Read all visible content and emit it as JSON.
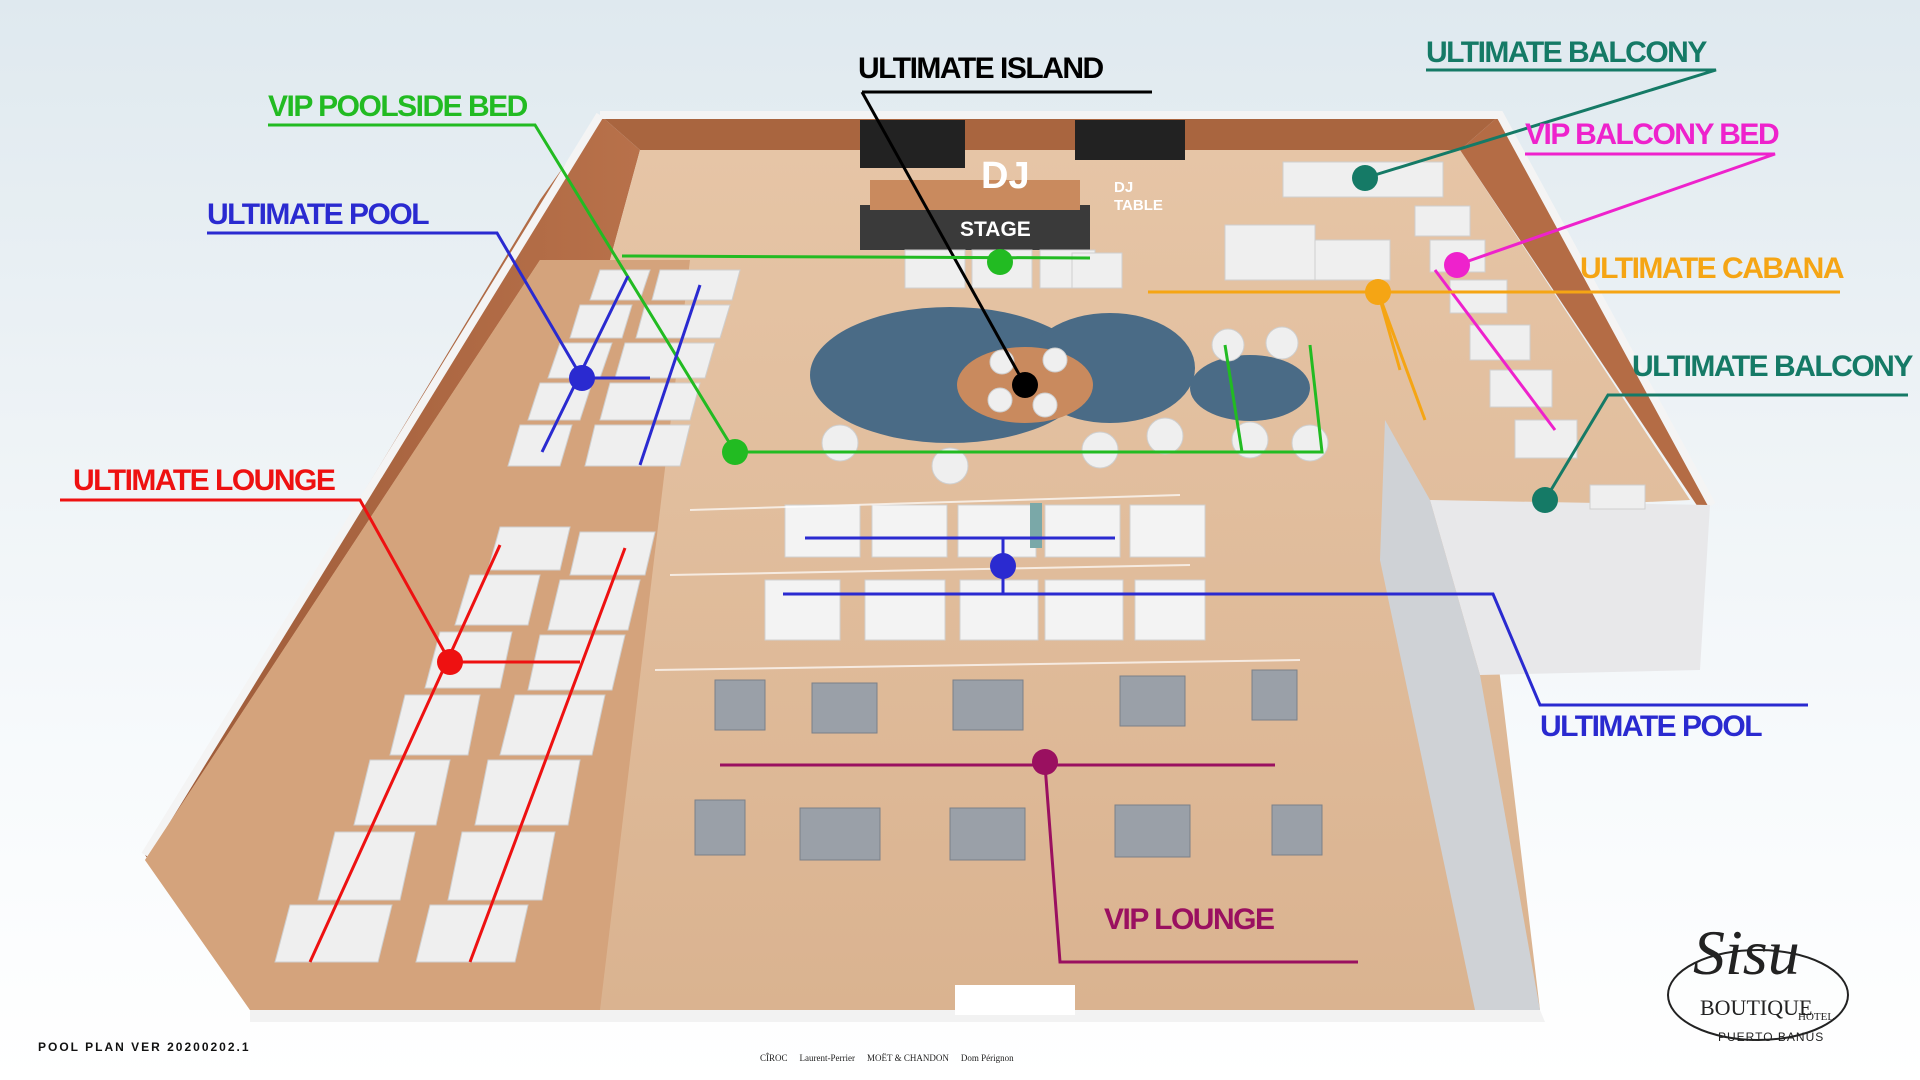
{
  "stage_labels": {
    "dj": "DJ",
    "stage": "STAGE",
    "dj_table_1": "DJ",
    "dj_table_2": "TABLE"
  },
  "zones": [
    {
      "label": "ULTIMATE ISLAND",
      "color": "#000000"
    },
    {
      "label": "VIP POOLSIDE BED",
      "color": "#22bb22"
    },
    {
      "label": "ULTIMATE POOL",
      "color": "#2a2ad0"
    },
    {
      "label": "ULTIMATE LOUNGE",
      "color": "#ee1111"
    },
    {
      "label": "ULTIMATE BALCONY",
      "color": "#157a66"
    },
    {
      "label": "VIP BALCONY BED",
      "color": "#ee22cc"
    },
    {
      "label": "ULTIMATE CABANA",
      "color": "#f5a514"
    },
    {
      "label": "ULTIMATE BALCONY",
      "color": "#157a66"
    },
    {
      "label": "ULTIMATE POOL",
      "color": "#2a2ad0"
    },
    {
      "label": "VIP LOUNGE",
      "color": "#9a1060"
    }
  ],
  "footer": {
    "version": "POOL PLAN VER 20200202.1"
  },
  "logo": {
    "name": "Sisu",
    "line1": "BOUTIQUE",
    "line2": "HOTEL",
    "line3": "PUERTO BANUS"
  },
  "sponsors": [
    "CÎROC",
    "Laurent-Perrier",
    "MOËT & CHANDON",
    "Dom Pérignon"
  ]
}
